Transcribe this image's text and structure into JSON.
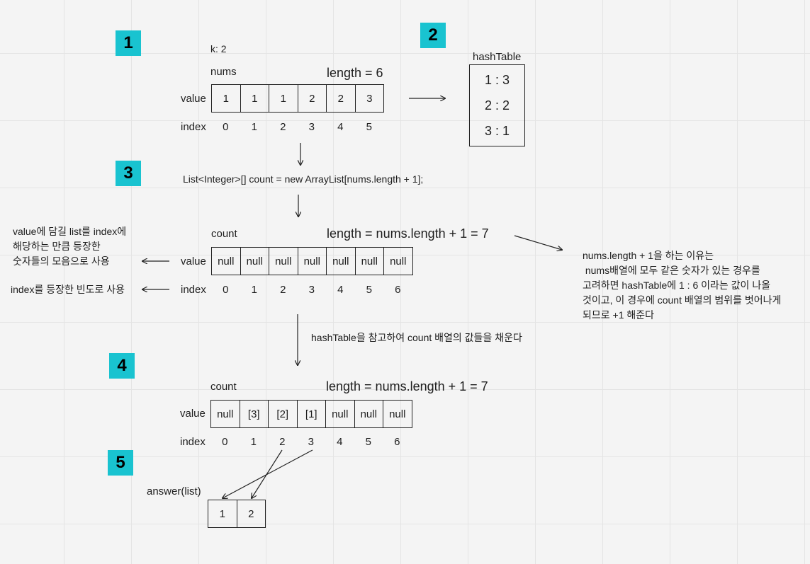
{
  "badges": [
    "1",
    "2",
    "3",
    "4",
    "5"
  ],
  "section1": {
    "k_label": "k: 2",
    "array_name": "nums",
    "length_label": "length = 6",
    "value_label": "value",
    "index_label": "index",
    "values": [
      "1",
      "1",
      "1",
      "2",
      "2",
      "3"
    ],
    "indices": [
      "0",
      "1",
      "2",
      "3",
      "4",
      "5"
    ]
  },
  "section2": {
    "title": "hashTable",
    "entries": [
      "1 : 3",
      "2 : 2",
      "3 : 1"
    ]
  },
  "section3": {
    "code": "List<Integer>[] count = new ArrayList[nums.length + 1];",
    "array_name": "count",
    "length_label": "length = nums.length + 1 = 7",
    "value_label": "value",
    "index_label": "index",
    "values": [
      "null",
      "null",
      "null",
      "null",
      "null",
      "null",
      "null"
    ],
    "indices": [
      "0",
      "1",
      "2",
      "3",
      "4",
      "5",
      "6"
    ],
    "note_value": [
      "value에 담길 list를 index에",
      "해당하는 만큼 등장한",
      "숫자들의 모음으로 사용"
    ],
    "note_index": "index를 등장한 빈도로 사용",
    "note_right": [
      "nums.length + 1을 하는 이유는",
      " nums배열에 모두 같은 숫자가 있는 경우를",
      "고려하면 hashTable에 1 : 6 이라는 값이 나올",
      "것이고, 이 경우에 count 배열의 범위를 벗어나게",
      "되므로 +1 해준다"
    ],
    "fill_note": "hashTable을 참고하여 count 배열의 값들을 채운다"
  },
  "section4": {
    "array_name": "count",
    "length_label": "length = nums.length + 1 = 7",
    "value_label": "value",
    "index_label": "index",
    "values": [
      "null",
      "[3]",
      "[2]",
      "[1]",
      "null",
      "null",
      "null"
    ],
    "indices": [
      "0",
      "1",
      "2",
      "3",
      "4",
      "5",
      "6"
    ]
  },
  "section5": {
    "answer_label": "answer(list)",
    "values": [
      "1",
      "2"
    ]
  }
}
